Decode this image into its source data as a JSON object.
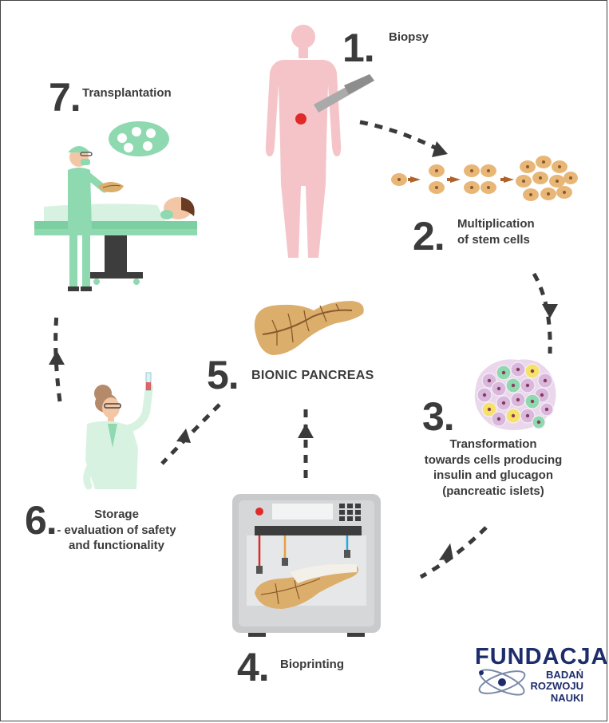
{
  "steps": [
    {
      "number": "1.",
      "label": "Biopsy"
    },
    {
      "number": "2.",
      "label": "Multiplication of stem cells"
    },
    {
      "number": "3.",
      "label": "Transformation towards cells producing insulin and glucagon (pancreatic islets)"
    },
    {
      "number": "4.",
      "label": "Bioprinting"
    },
    {
      "number": "5.",
      "label": "BIONIC PANCREAS"
    },
    {
      "number": "6.",
      "label": "Storage - evaluation of safety and functionality"
    },
    {
      "number": "7.",
      "label": "Transplantation"
    }
  ],
  "step2_lines": [
    "Multiplication",
    "of stem cells"
  ],
  "step3_lines": [
    "Transformation",
    "towards cells producing",
    "insulin and glucagon",
    "(pancreatic islets)"
  ],
  "step6_lines": [
    "Storage",
    "- evaluation of safety",
    "and functionality"
  ],
  "logo": {
    "main": "FUNDACJA",
    "line1": "BADAŃ",
    "line2": "ROZWOJU",
    "line3": "NAUKI"
  },
  "colors": {
    "body_pink": "#f5c4c8",
    "accent_red": "#e02a2a",
    "mint": "#8fd9b0",
    "cell_tan": "#e8b777",
    "pancreas": "#dcae6c",
    "arrow": "#3a3a3a",
    "logo_blue": "#1d2d6b"
  }
}
